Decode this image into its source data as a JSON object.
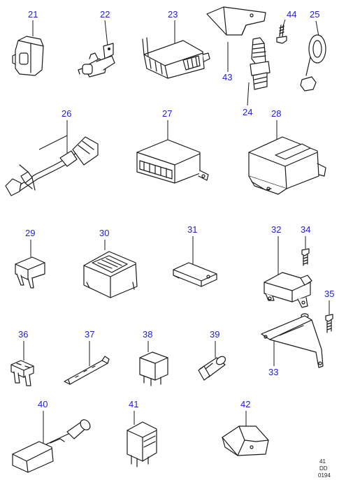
{
  "callouts": [
    {
      "id": "21",
      "label": "21"
    },
    {
      "id": "22",
      "label": "22"
    },
    {
      "id": "23",
      "label": "23"
    },
    {
      "id": "43",
      "label": "43"
    },
    {
      "id": "44",
      "label": "44"
    },
    {
      "id": "24",
      "label": "24"
    },
    {
      "id": "25",
      "label": "25"
    },
    {
      "id": "26",
      "label": "26"
    },
    {
      "id": "27",
      "label": "27"
    },
    {
      "id": "28",
      "label": "28"
    },
    {
      "id": "29",
      "label": "29"
    },
    {
      "id": "30",
      "label": "30"
    },
    {
      "id": "31",
      "label": "31"
    },
    {
      "id": "32",
      "label": "32"
    },
    {
      "id": "34",
      "label": "34"
    },
    {
      "id": "35",
      "label": "35"
    },
    {
      "id": "33",
      "label": "33"
    },
    {
      "id": "36",
      "label": "36"
    },
    {
      "id": "37",
      "label": "37"
    },
    {
      "id": "38",
      "label": "38"
    },
    {
      "id": "39",
      "label": "39"
    },
    {
      "id": "40",
      "label": "40"
    },
    {
      "id": "41",
      "label": "41"
    },
    {
      "id": "42",
      "label": "42"
    }
  ],
  "drawing_code": {
    "line1": "41",
    "line2": "DD",
    "line3": "0194"
  },
  "colors": {
    "callout_text": "#1f1fd0",
    "linework": "#1a1a1a",
    "background": "#ffffff"
  }
}
